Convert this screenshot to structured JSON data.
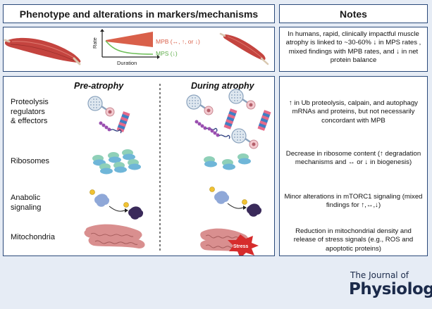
{
  "headers": {
    "left": "Phenotype and alterations in markers/mechanisms",
    "right": "Notes"
  },
  "graph": {
    "ylabel": "Rate",
    "xlabel": "Duration",
    "mpb_label": "MPB (↔, ↑, or ↓)",
    "mps_label": "MPS (↓)",
    "mpb_color": "#d9604a",
    "mps_color": "#6fbf5a"
  },
  "columns": {
    "pre": "Pre-atrophy",
    "during": "During atrophy"
  },
  "rows": [
    {
      "label": "Proteolysis\nregulators\n& effectors"
    },
    {
      "label": "Ribosomes"
    },
    {
      "label": "Anabolic\nsignaling"
    },
    {
      "label": "Mitochondria"
    }
  ],
  "stress_label": "Stress",
  "notes": {
    "top": "In humans, rapid, clinically impactful muscle atrophy is linked to ~30-60% ↓ in MPS rates , mixed findings with MPB rates, and ↓ in net protein balance",
    "proteolysis": "↑ in Ub proteolysis, calpain, and autophagy mRNAs and proteins, but not necessarily concordant with MPB",
    "ribosomes": "Decrease in ribosome content (↑ degradation mechanisms and ↔ or ↓ in biogenesis)",
    "anabolic": "Minor alterations in mTORC1 signaling (mixed findings for ↑,↔,↓)",
    "mitochondria": "Reduction in mitochondrial density and release of stress signals (e.g., ROS and apoptotic proteins)"
  },
  "logo": {
    "line1": "The Journal of",
    "line2": "Physiology"
  },
  "colors": {
    "border": "#2b4a7a",
    "background": "#e6ecf5",
    "muscle": "#c4443f",
    "ribosome": "#8fd0b8",
    "signaling": "#8fa8d8",
    "mitochondria": "#d98f8f",
    "stress": "#d62c2c"
  }
}
